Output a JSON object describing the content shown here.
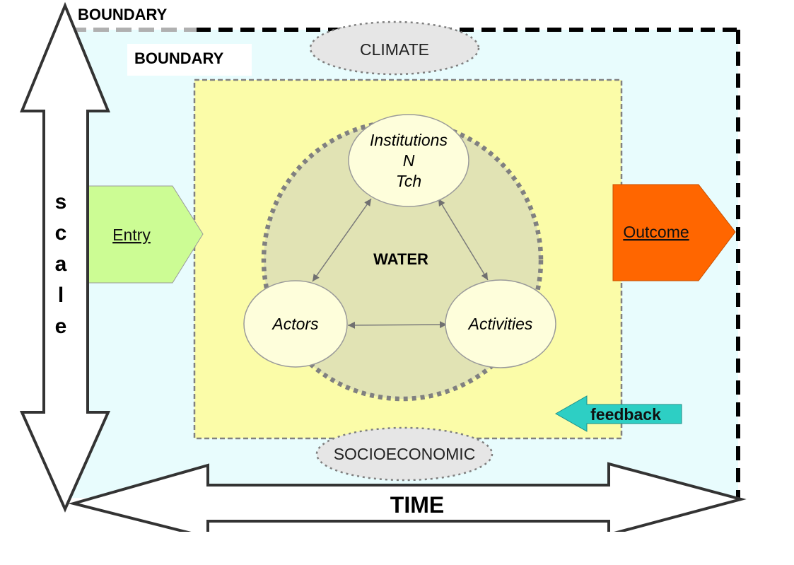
{
  "outer_boundary_label": "BOUNDARY",
  "inner_boundary_label": "BOUNDARY",
  "climate_label": "CLIMATE",
  "socioeconomic_label": "SOCIOECONOMIC",
  "center_label": "WATER",
  "nodes": {
    "institutions": [
      "Institutions",
      "N",
      "Tch"
    ],
    "actors": "Actors",
    "activities": "Activities"
  },
  "entry_label": "Entry",
  "outcome_label": "Outcome",
  "feedback_label": "feedback",
  "time_label": "TIME",
  "scale_letters": [
    "s",
    "c",
    "a",
    "l",
    "e"
  ],
  "colors": {
    "system_fill": "#e8fcfd",
    "inner_fill": "#fbfca8",
    "water_fill": "#e1e3b4",
    "node_fill": "#fefedb",
    "entry_fill": "#ccfc94",
    "outcome_fill": "#ff6600",
    "feedback_fill": "#2dcfc4",
    "context_fill": "#e6e6e6"
  }
}
